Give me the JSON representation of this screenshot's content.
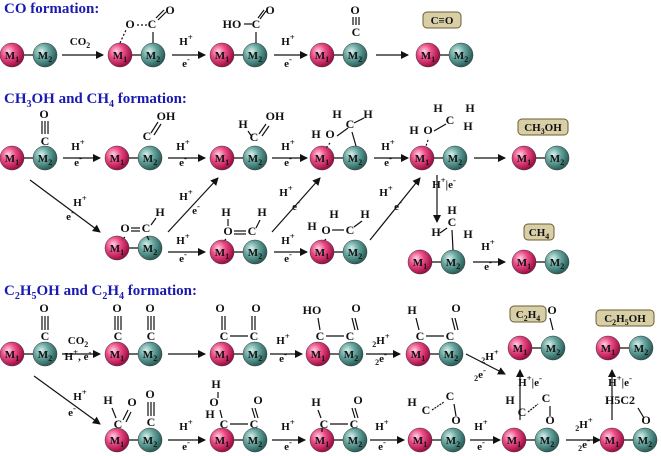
{
  "sections": {
    "co": {
      "title": "CO formation:"
    },
    "ch": {
      "title": "CH3OH and CH4 formation:"
    },
    "c2": {
      "title": "C2H5OH  and C2H4 formation:"
    }
  },
  "metal_labels": {
    "m1": "M",
    "m1_sub": "1",
    "m2": "M",
    "m2_sub": "2"
  },
  "reagents": {
    "co2": "CO2",
    "h_plus": "H+",
    "e_minus": "e-",
    "h_plus_e_minus": "H+, e-",
    "h_bar_e": "H+|e-",
    "two_h_plus": "2H+",
    "two_e_minus": "2e-"
  },
  "products": {
    "co": "C≡O",
    "ch3oh": "CH3OH",
    "ch4": "CH4",
    "c2h4": "C2H4",
    "c2h5oh": "C2H5OH"
  },
  "atoms": {
    "O": "O",
    "C": "C",
    "H": "H",
    "OH": "OH",
    "HO": "HO",
    "H5C2": "H5C2"
  },
  "colors": {
    "title": "#1a1ab0",
    "m1_sphere": "#e8246a",
    "m2_sphere": "#4d8f8a",
    "product_box": "#d8cfa6",
    "product_border": "#6b5e30",
    "arrow": "#111111"
  }
}
